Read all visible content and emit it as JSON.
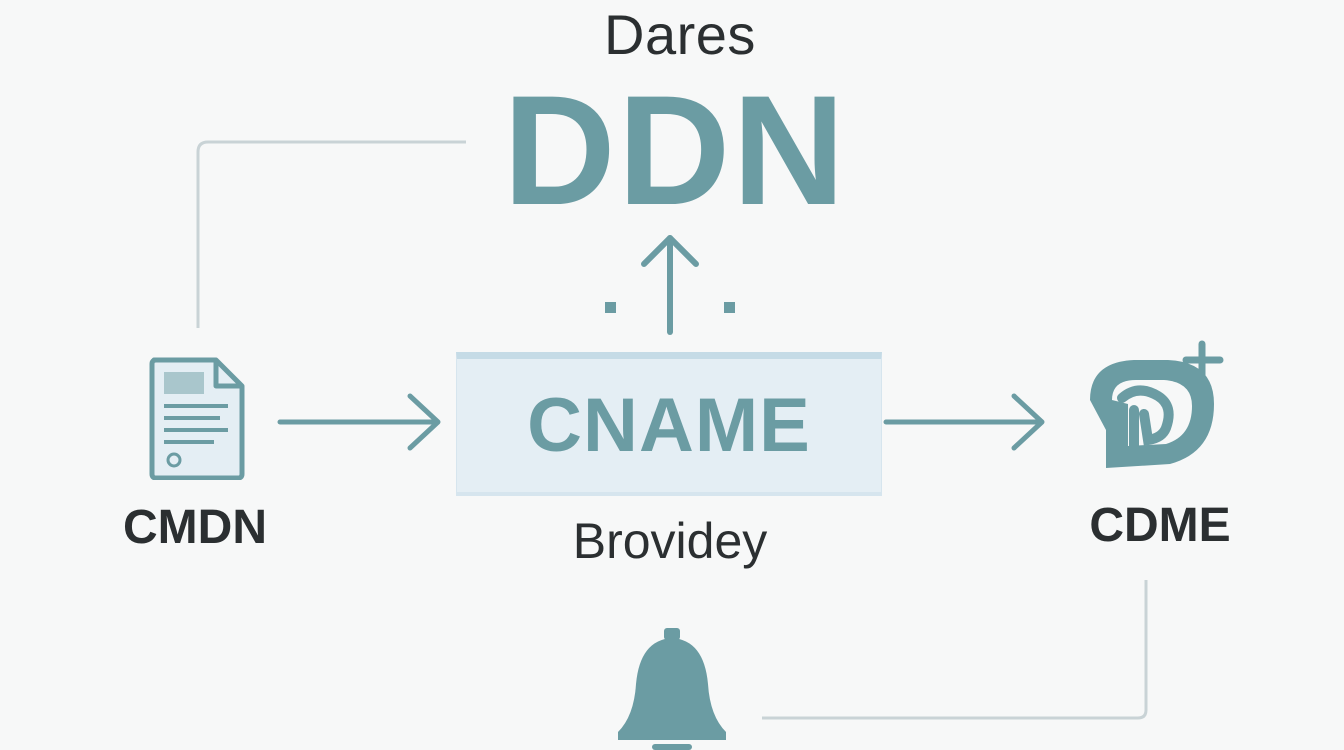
{
  "diagram": {
    "top_label": "Dares",
    "top_big_label": "DDN",
    "center_box_label": "CNAME",
    "center_caption": "Brovidey",
    "left_node_label": "CMDN",
    "right_node_label": "CDME"
  },
  "icons": {
    "left": "document-icon",
    "right": "logo-icon",
    "bottom": "bell-icon"
  },
  "colors": {
    "accent": "#6b9ca3",
    "line": "#c9d3d6",
    "box_fill": "#e4eef4",
    "text": "#2b2f31",
    "background": "#f7f8f8"
  }
}
